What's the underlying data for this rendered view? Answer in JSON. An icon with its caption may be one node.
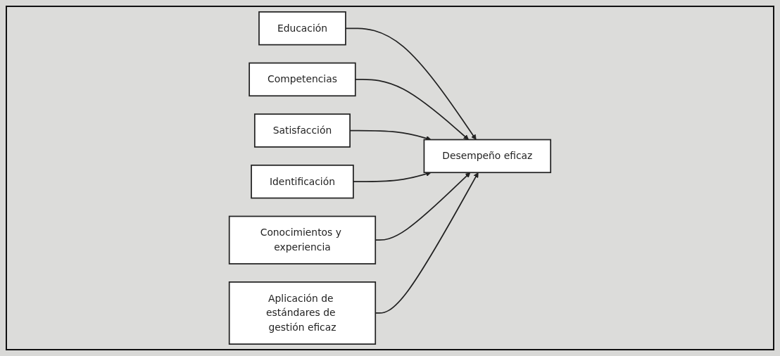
{
  "diagram": {
    "nodes": [
      {
        "text": [
          "Educación"
        ]
      },
      {
        "text": [
          "Competencias"
        ]
      },
      {
        "text": [
          "Satisfacción"
        ]
      },
      {
        "text": [
          "Desempeño eficaz"
        ]
      },
      {
        "text": [
          "Identificación"
        ]
      },
      {
        "text": [
          "Conocimientos y experiencia"
        ]
      },
      {
        "text": [
          "Aplicación de estándares de gestión eficaz"
        ]
      }
    ],
    "edges": [
      {
        "from": 0,
        "to": 3,
        "arrow": "to"
      },
      {
        "from": 1,
        "to": 3,
        "arrow": "to"
      },
      {
        "from": 2,
        "to": 3,
        "arrow": "to"
      },
      {
        "from": 4,
        "to": 3,
        "arrow": "to"
      },
      {
        "from": 5,
        "to": 3,
        "arrow": "to"
      },
      {
        "from": 6,
        "to": 3,
        "arrow": "to"
      }
    ]
  }
}
